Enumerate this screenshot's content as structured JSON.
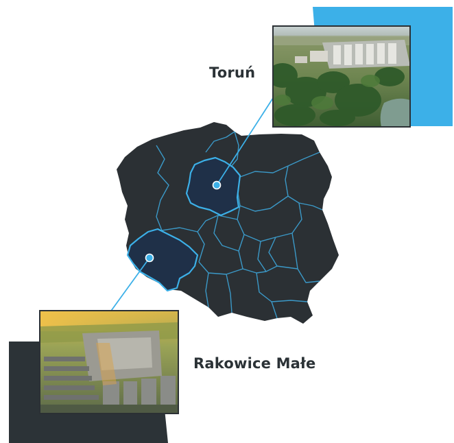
{
  "locations": [
    {
      "id": "torun",
      "name": "Toruń"
    },
    {
      "id": "rakowice",
      "name": "Rakowice Małe"
    }
  ],
  "colors": {
    "map_fill": "#2b3034",
    "border_line": "#3c9fd0",
    "highlight_fill": "#1f3048",
    "accent_blue": "#3cb0e8",
    "dark_block": "#2c3337",
    "label_text": "#2b3236"
  }
}
